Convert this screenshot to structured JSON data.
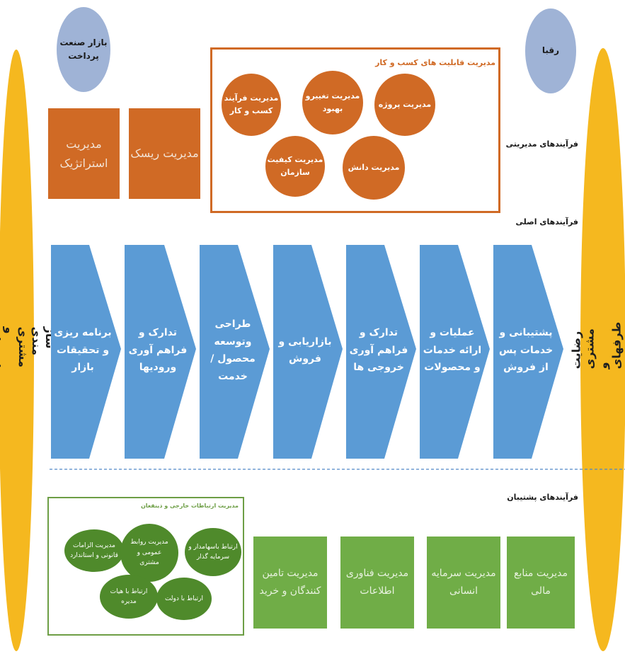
{
  "side_labels": {
    "left": "ساز مندی مشتری و طرفهای ذینفع",
    "right": "رضایت مشتری و طرفهای ذینفع"
  },
  "top_circles": {
    "market": "بازار صنعت\nپرداخت",
    "competitors": "رقبا"
  },
  "management": {
    "section_label": "فرآیندهای مدیریتی",
    "strategic": "مدیریت\nاستراتژیک",
    "risk": "مدیریت ریسک",
    "capabilities_title": "مدیریت قابلیت های کسب و کار",
    "capabilities": {
      "process": "مدیریت فرآیند\nکسب و کار",
      "change": "مدیریت تغییرو\nبهبود",
      "project": "مدیریت پروژه",
      "quality": "مدیریت کیفیت\nسازمان",
      "knowledge": "مدیریت دانش"
    }
  },
  "core": {
    "section_label": "فرآیندهای اصلی",
    "steps": [
      "برنامه ریزی\nو تحقیقات\nبازار",
      "تدارک و\nفراهم آوری\nورودیها",
      "طراحی وتوسعه\nمحصول /خدمت",
      "بازاریابی و\nفروش",
      "تدارک و\nفراهم آوری\nخروجی ها",
      "عملیات و\nارائه خدمات\nو محصولات",
      "پشتیبانی و\nخدمات پس\nاز فروش"
    ]
  },
  "support": {
    "section_label": "فرآیندهای پشتیبان",
    "external_title": "مدیریت ارتباطات خارجی و ذینفعان",
    "external": {
      "legal": "مدیریت الزامات\nقانونی و استاندارد",
      "pr": "مدیریت روابط\nعمومی و\nمشتری",
      "shareholders": "ارتباط باسهامدار و\nسرمایه گذار",
      "board": "ارتباط با هیات\nمدیره",
      "government": "ارتباط با دولت"
    },
    "boxes": {
      "supply": "مدیریت تامین\nکنندگان و خرید",
      "it": "مدیریت فناوری\nاطلاعات",
      "hr": "مدیریت سرمایه\nانسانی",
      "finance": "مدیریت منابع\nمالی"
    }
  },
  "colors": {
    "side": "#f5b81f",
    "circle_top": "#9fb3d6",
    "orange": "#d06a25",
    "blue": "#5b9bd5",
    "green": "#70ad47",
    "dark_green": "#4f8a2b"
  }
}
